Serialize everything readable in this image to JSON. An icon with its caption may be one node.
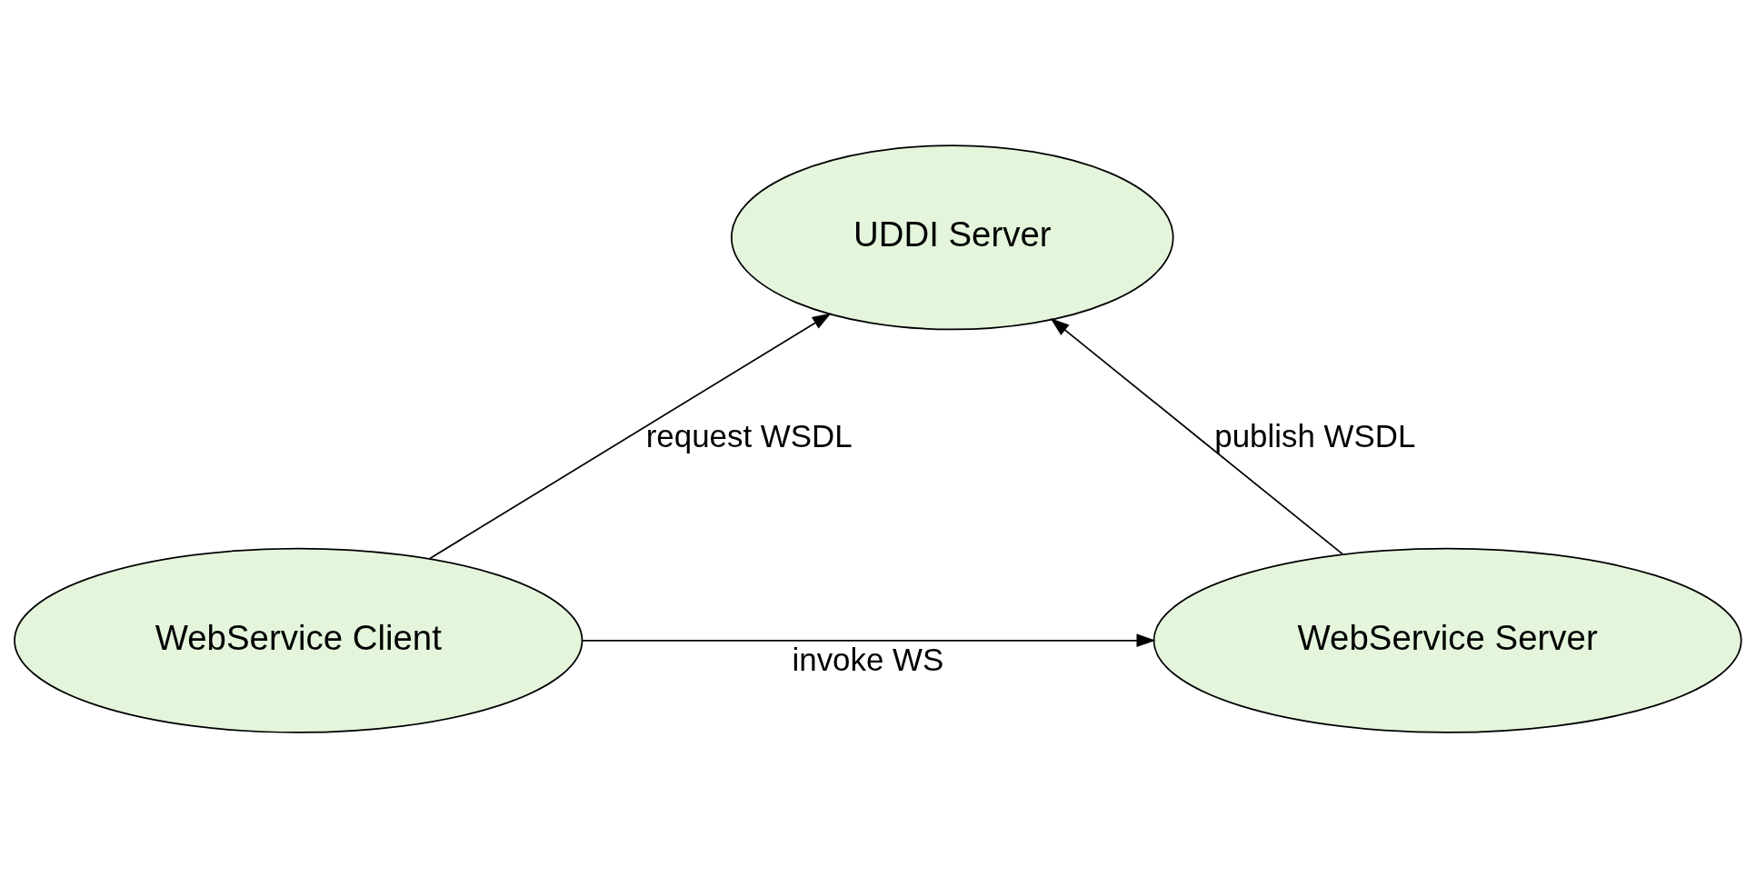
{
  "diagram": {
    "nodes": [
      {
        "text": [
          "UDDI Server"
        ]
      },
      {
        "text": [
          "WebService Server"
        ]
      },
      {
        "text": [
          "WebService Client"
        ]
      }
    ],
    "edges": [
      {
        "from": 1,
        "to": 0,
        "arrow": "to",
        "label": "publish WSDL"
      },
      {
        "from": 2,
        "to": 0,
        "arrow": "to",
        "label": "request WSDL"
      },
      {
        "from": 2,
        "to": 1,
        "arrow": "to",
        "label": "invoke WS"
      }
    ]
  }
}
